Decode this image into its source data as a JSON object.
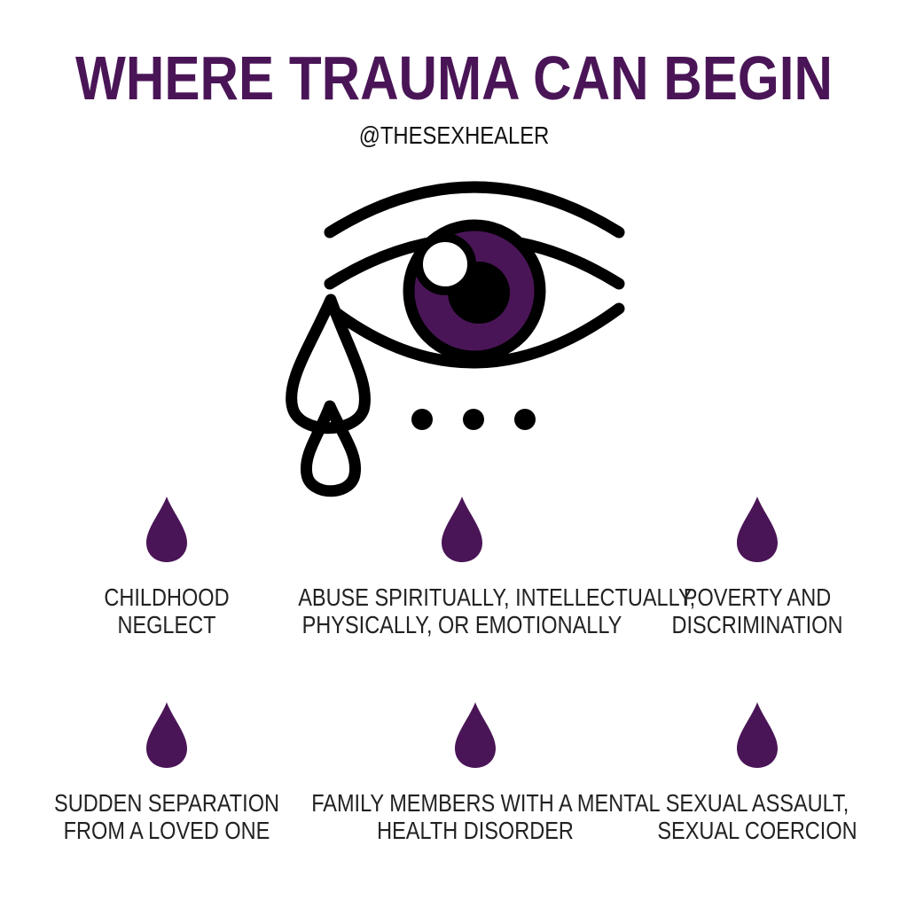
{
  "header": {
    "title": "WHERE TRAUMA CAN BEGIN",
    "handle": "@THESEXHEALER"
  },
  "colors": {
    "accent": "#4a1557",
    "outline": "#000000",
    "text": "#222222"
  },
  "icons": {
    "hero": "crying-eye-icon",
    "bullet": "purple-drop-icon"
  },
  "causes": [
    {
      "line1": "CHILDHOOD",
      "line2": "NEGLECT"
    },
    {
      "line1": "ABUSE SPIRITUALLY, INTELLECTUALLY,",
      "line2": "PHYSICALLY, OR EMOTIONALLY"
    },
    {
      "line1": "POVERTY AND",
      "line2": "DISCRIMINATION"
    },
    {
      "line1": "SUDDEN SEPARATION",
      "line2": "FROM A LOVED ONE"
    },
    {
      "line1": "FAMILY MEMBERS WITH A MENTAL",
      "line2": "HEALTH DISORDER"
    },
    {
      "line1": "SEXUAL ASSAULT,",
      "line2": "SEXUAL COERCION"
    }
  ]
}
